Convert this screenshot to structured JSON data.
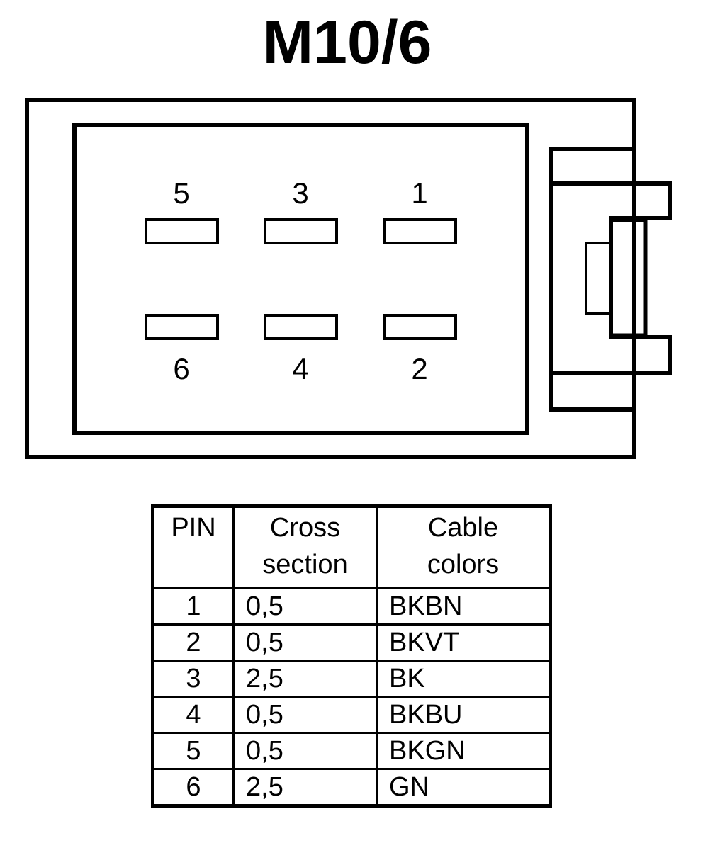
{
  "title": "M10/6",
  "connector": {
    "top_row_pins": [
      "5",
      "3",
      "1"
    ],
    "bottom_row_pins": [
      "6",
      "4",
      "2"
    ]
  },
  "table": {
    "headers": {
      "pin": "PIN",
      "cross_section": [
        "Cross",
        "section"
      ],
      "cable_colors": [
        "Cable",
        "colors"
      ]
    },
    "rows": [
      {
        "pin": "1",
        "cross_section": "0,5",
        "cable_color": "BKBN"
      },
      {
        "pin": "2",
        "cross_section": "0,5",
        "cable_color": "BKVT"
      },
      {
        "pin": "3",
        "cross_section": "2,5",
        "cable_color": "BK"
      },
      {
        "pin": "4",
        "cross_section": "0,5",
        "cable_color": "BKBU"
      },
      {
        "pin": "5",
        "cross_section": "0,5",
        "cable_color": "BKGN"
      },
      {
        "pin": "6",
        "cross_section": "2,5",
        "cable_color": "GN"
      }
    ]
  }
}
